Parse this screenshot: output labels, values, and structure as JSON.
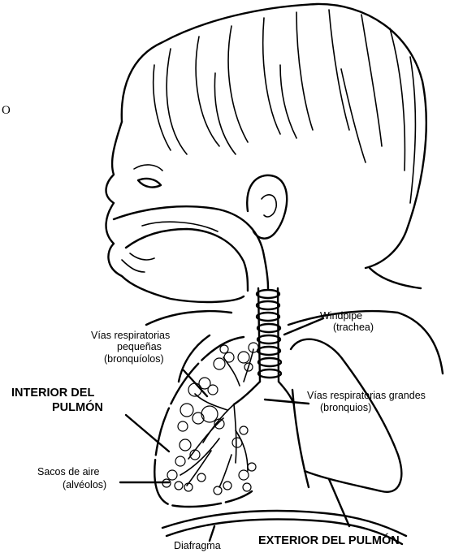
{
  "labels": {
    "stray_char": "O",
    "windpipe": "Windpipe",
    "trachea": "(trachea)",
    "small_airways_1": "Vías respiratorias",
    "small_airways_2": "pequeñas",
    "small_airways_3": "(bronquíolos)",
    "interior_1": "INTERIOR DEL",
    "interior_2": "PULMÓN",
    "large_airways_1": "Vías respiratorias grandes",
    "large_airways_2": "(bronquios)",
    "air_sacs_1": "Sacos de aire",
    "air_sacs_2": "(alvéolos)",
    "diaphragm": "Diafragma",
    "exterior": "EXTERIOR DEL PULMÓN"
  }
}
